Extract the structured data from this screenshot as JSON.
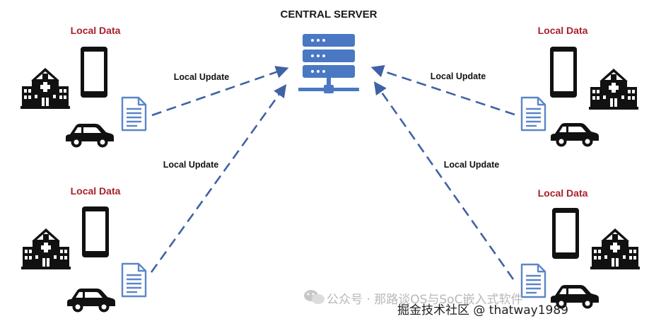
{
  "diagram": {
    "central_server_label": "CENTRAL SERVER",
    "clients": [
      {
        "id": "top-left",
        "local_data_label": "Local Data",
        "update_label": "Local Update"
      },
      {
        "id": "bottom-left",
        "local_data_label": "Local Data",
        "update_label": "Local Update"
      },
      {
        "id": "top-right",
        "local_data_label": "Local Data",
        "update_label": "Local Update"
      },
      {
        "id": "bottom-right",
        "local_data_label": "Local Data",
        "update_label": "Local Update"
      }
    ]
  },
  "watermark": {
    "line1": "公众号 · 那路谈OS与SoC嵌入式软件",
    "line2": "掘金技术社区 @ thatway1989"
  },
  "colors": {
    "server_blue": "#4a78c2",
    "arrow_blue": "#3f62a6",
    "local_data_red": "#a8202a",
    "doc_blue": "#5b86c8"
  },
  "icons": [
    "server-icon",
    "phone-icon",
    "hospital-icon",
    "car-icon",
    "document-icon",
    "wechat-icon"
  ]
}
